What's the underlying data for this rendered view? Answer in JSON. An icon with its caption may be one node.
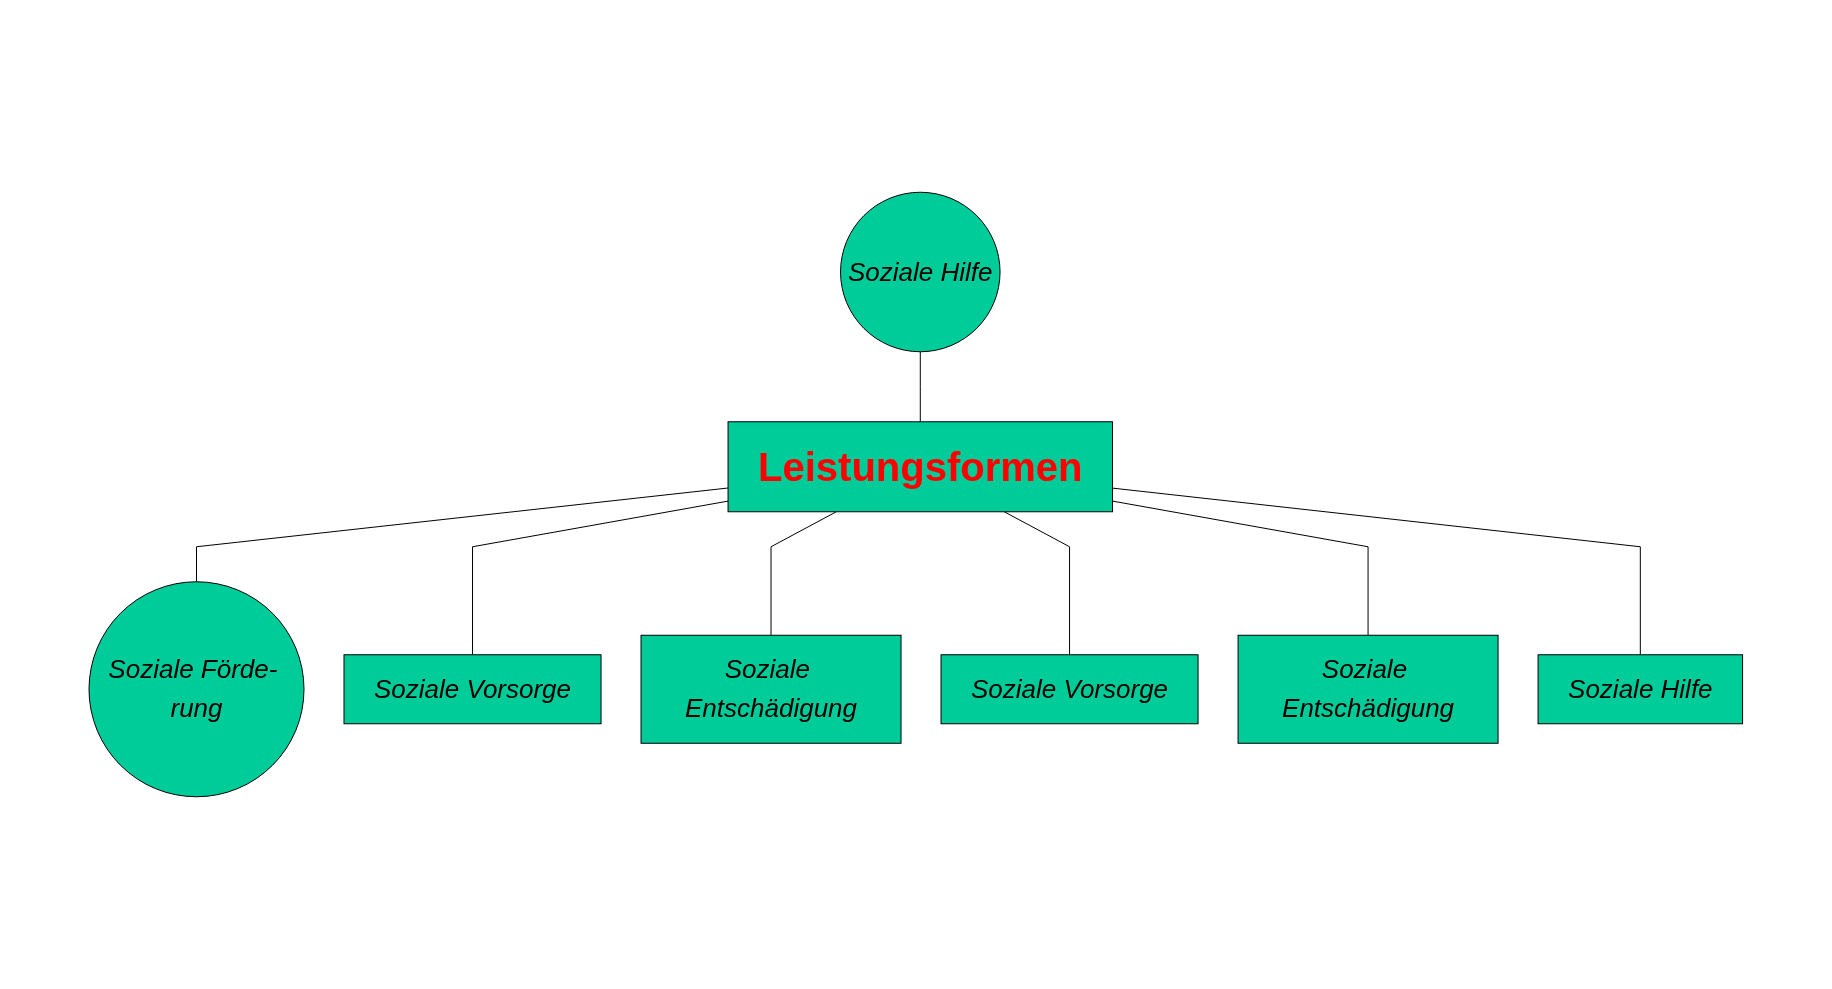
{
  "diagram": {
    "nodes": [
      {
        "text": [
          "Soziale Hilfe"
        ]
      },
      {
        "text": [
          "Leistungsformen"
        ]
      },
      {
        "text": [
          "Soziale Förde- rung"
        ]
      },
      {
        "text": [
          "Soziale Vorsorge"
        ]
      },
      {
        "text": [
          "Soziale Entschädigung"
        ]
      },
      {
        "text": [
          "Soziale Vorsorge"
        ]
      },
      {
        "text": [
          "Soziale Entschädigung"
        ]
      },
      {
        "text": [
          "Soziale Hilfe"
        ]
      }
    ],
    "edges": [
      {
        "from": 0,
        "to": 1,
        "arrow": "none"
      },
      {
        "from": 1,
        "to": 2,
        "arrow": "none"
      },
      {
        "from": 1,
        "to": 3,
        "arrow": "none"
      },
      {
        "from": 1,
        "to": 4,
        "arrow": "none"
      },
      {
        "from": 1,
        "to": 5,
        "arrow": "none"
      },
      {
        "from": 1,
        "to": 6,
        "arrow": "none"
      },
      {
        "from": 1,
        "to": 7,
        "arrow": "none"
      }
    ]
  }
}
